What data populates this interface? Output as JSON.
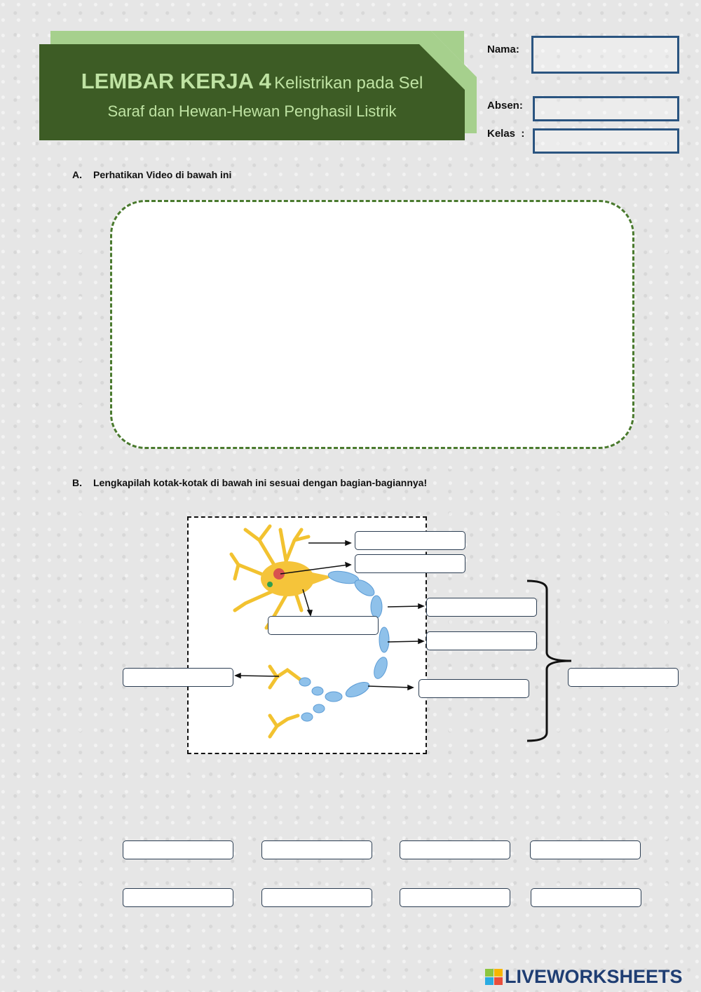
{
  "header": {
    "title_bold": "LEMBAR KERJA 4",
    "title_rest": "Kelistrikan pada Sel",
    "subtitle": "Saraf dan Hewan-Hewan Penghasil Listrik"
  },
  "identity": {
    "nama_label": "Nama:",
    "absen_label": "Absen:",
    "kelas_label": "Kelas  :",
    "nama_value": "",
    "absen_value": "",
    "kelas_value": ""
  },
  "section_a": {
    "letter": "A.",
    "text": "Perhatikan Video di bawah ini"
  },
  "section_b": {
    "letter": "B.",
    "text": "Lengkapilah kotak-kotak di bawah ini sesuai dengan bagian-bagiannya!"
  },
  "logo": {
    "text": "LIVEWORKSHEETS"
  },
  "colors": {
    "header_dark": "#3d5c25",
    "header_light": "#a6d08d",
    "title_text": "#bfe3a3",
    "box_border": "#2a5480",
    "dash_green": "#4a7a2e"
  }
}
